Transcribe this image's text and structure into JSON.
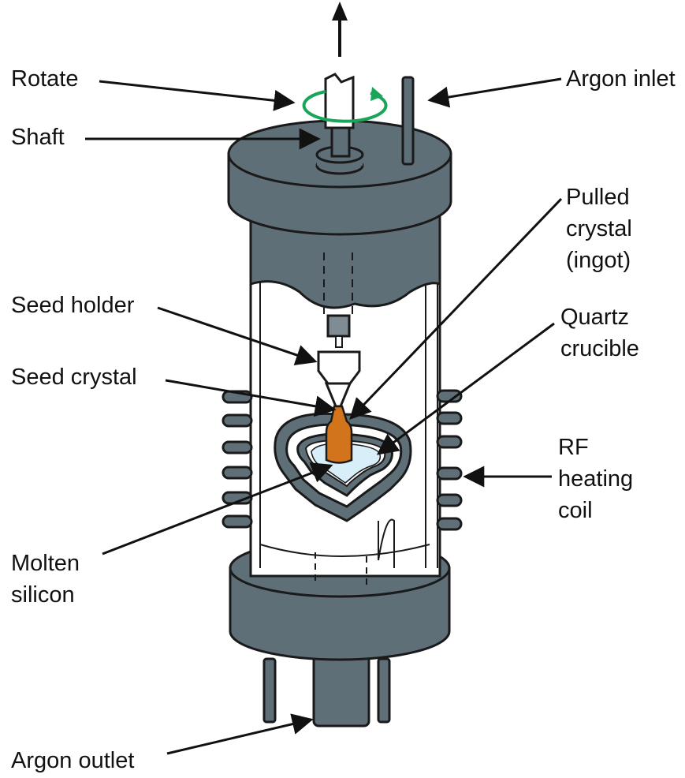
{
  "colors": {
    "body": "#5f6f78",
    "outline": "#1a1a1a",
    "glass": "#ffffff",
    "crystal": "#d2741b",
    "melt": "#d8eef8",
    "rotation_arrow": "#1aa55a",
    "leader": "#111111"
  },
  "labels": {
    "rotate": "Rotate",
    "shaft": "Shaft",
    "argon_inlet": "Argon inlet",
    "pulled_crystal": [
      "Pulled",
      "crystal",
      "(ingot)"
    ],
    "seed_holder": "Seed holder",
    "quartz_crucible": [
      "Quartz",
      "crucible"
    ],
    "seed_crystal": "Seed crystal",
    "rf_heating_coil": [
      "RF",
      "heating",
      "coil"
    ],
    "molten_silicon": [
      "Molten",
      "silicon"
    ],
    "argon_outlet": "Argon outlet"
  },
  "icons": {
    "pull_direction": "up-arrow-icon",
    "rotation": "circular-arrow-icon"
  }
}
